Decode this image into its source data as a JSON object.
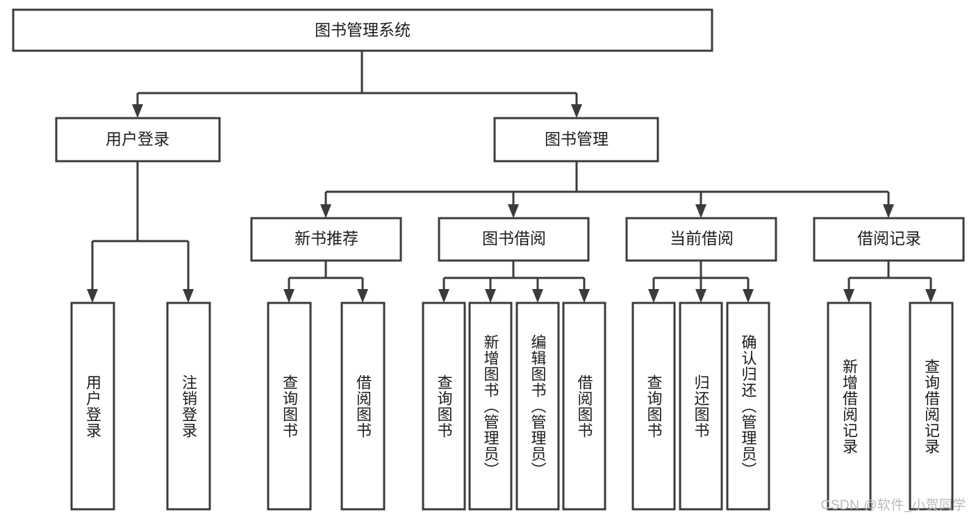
{
  "diagram": {
    "type": "tree-hierarchy",
    "title": "图书管理系统",
    "root": {
      "label": "图书管理系统"
    },
    "level1": [
      {
        "id": "user-login",
        "label": "用户登录"
      },
      {
        "id": "book-management",
        "label": "图书管理"
      }
    ],
    "level2": [
      {
        "id": "new-book-recommend",
        "label": "新书推荐",
        "parent": "book-management"
      },
      {
        "id": "book-borrow",
        "label": "图书借阅",
        "parent": "book-management"
      },
      {
        "id": "current-borrow",
        "label": "当前借阅",
        "parent": "book-management"
      },
      {
        "id": "borrow-record",
        "label": "借阅记录",
        "parent": "book-management"
      }
    ],
    "leaves": [
      {
        "id": "leaf-user-login",
        "label": "用户登录",
        "parent": "user-login"
      },
      {
        "id": "leaf-logout-login",
        "label": "注销登录",
        "parent": "user-login"
      },
      {
        "id": "leaf-query-book-1",
        "label": "查询图书",
        "parent": "new-book-recommend"
      },
      {
        "id": "leaf-borrow-book-1",
        "label": "借阅图书",
        "parent": "new-book-recommend"
      },
      {
        "id": "leaf-query-book-2",
        "label": "查询图书",
        "parent": "book-borrow"
      },
      {
        "id": "leaf-add-book",
        "label": "新增图书（管理员）",
        "parent": "book-borrow"
      },
      {
        "id": "leaf-edit-book",
        "label": "编辑图书（管理员）",
        "parent": "book-borrow"
      },
      {
        "id": "leaf-borrow-book-2",
        "label": "借阅图书",
        "parent": "book-borrow"
      },
      {
        "id": "leaf-query-book-3",
        "label": "查询图书",
        "parent": "current-borrow"
      },
      {
        "id": "leaf-return-book",
        "label": "归还图书",
        "parent": "current-borrow"
      },
      {
        "id": "leaf-confirm-return",
        "label": "确认归还（管理员）",
        "parent": "current-borrow"
      },
      {
        "id": "leaf-add-record",
        "label": "新增借阅记录",
        "parent": "borrow-record"
      },
      {
        "id": "leaf-query-record",
        "label": "查询借阅记录",
        "parent": "borrow-record"
      }
    ],
    "colors": {
      "stroke": "#3b3b3b",
      "fill": "#ffffff",
      "text": "#1c1c1c",
      "watermark": "#b9b9b9"
    }
  },
  "watermark": {
    "text": "CSDN @软件_小贺同学"
  }
}
